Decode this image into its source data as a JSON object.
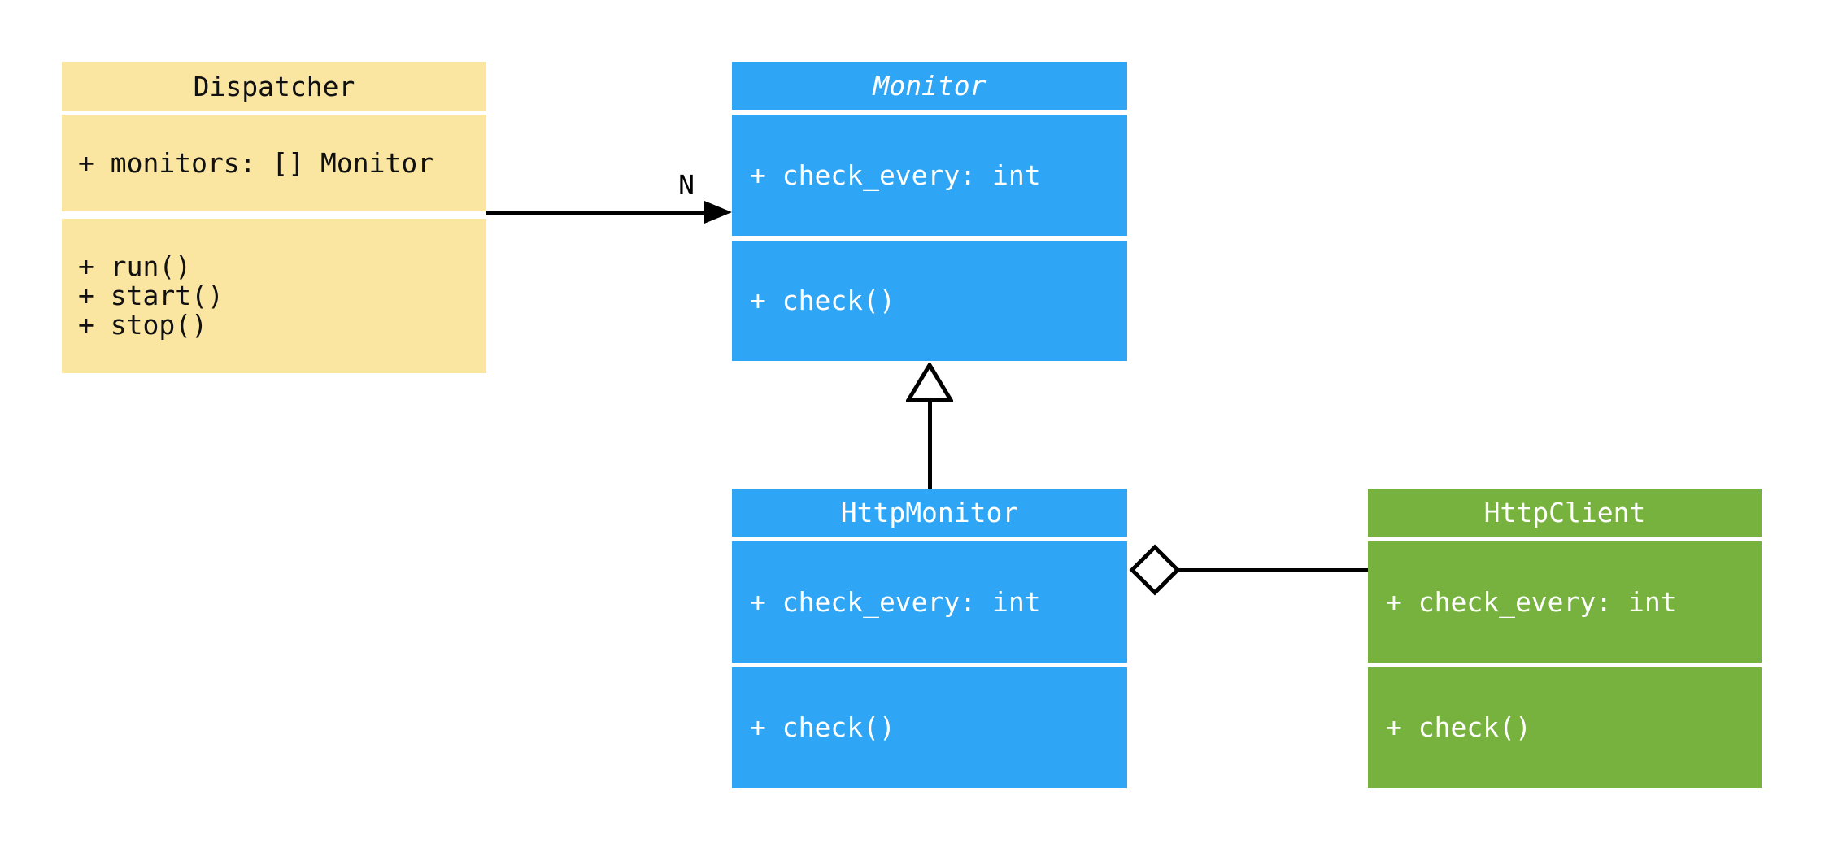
{
  "diagram": {
    "type": "uml-class-diagram",
    "background_color": "#ffffff",
    "classes": [
      {
        "id": "dispatcher",
        "name": "Dispatcher",
        "abstract": false,
        "fill": "#fae5a1",
        "text_color": "#111111",
        "attributes": [
          "+ monitors: [] Monitor"
        ],
        "methods": [
          "+ run()",
          "+ start()",
          "+ stop()"
        ]
      },
      {
        "id": "monitor",
        "name": "Monitor",
        "abstract": true,
        "fill": "#2fa5f5",
        "text_color": "#ffffff",
        "attributes": [
          "+ check_every: int"
        ],
        "methods": [
          "+ check()"
        ]
      },
      {
        "id": "http-monitor",
        "name": "HttpMonitor",
        "abstract": false,
        "fill": "#2fa5f5",
        "text_color": "#ffffff",
        "attributes": [
          "+ check_every: int"
        ],
        "methods": [
          "+ check()"
        ]
      },
      {
        "id": "http-client",
        "name": "HttpClient",
        "abstract": false,
        "fill": "#77b13e",
        "text_color": "#ffffff",
        "attributes": [
          "+ check_every: int"
        ],
        "methods": [
          "+ check()"
        ]
      }
    ],
    "relationships": [
      {
        "type": "association",
        "from": "Dispatcher",
        "to": "Monitor",
        "label": "N",
        "line_color": "#000000",
        "arrowhead": "filled-arrow"
      },
      {
        "type": "inheritance",
        "from": "HttpMonitor",
        "to": "Monitor",
        "line_color": "#000000",
        "arrowhead": "hollow-triangle"
      },
      {
        "type": "aggregation",
        "from": "HttpMonitor",
        "to": "HttpClient",
        "line_color": "#000000",
        "arrowhead": "hollow-diamond"
      }
    ]
  }
}
